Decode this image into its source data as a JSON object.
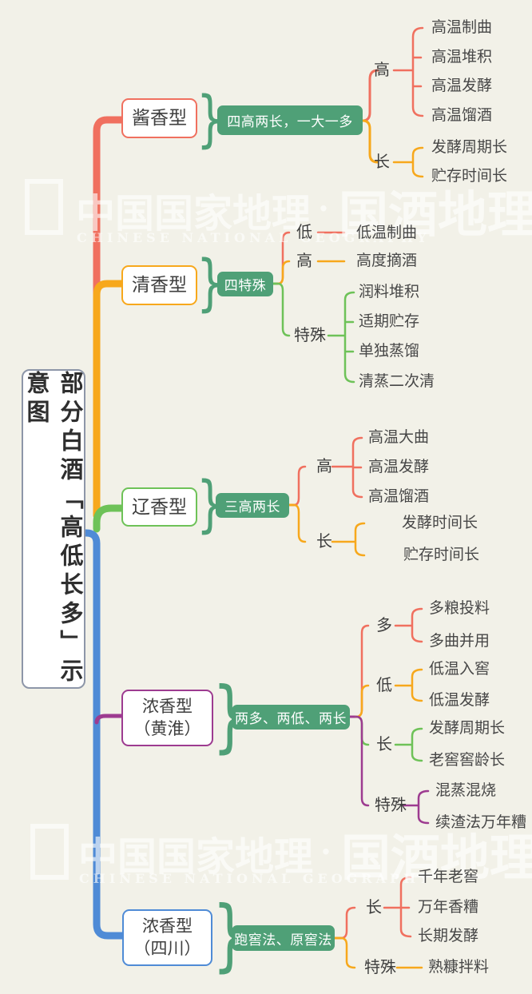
{
  "title": "部分白酒「高低长多」示意图",
  "glyphs": {
    "brace": "}",
    "dot": "·"
  },
  "colors": {
    "background": "#f2f1e8",
    "red": "#f0705f",
    "yellow": "#f7a81c",
    "green_line": "#6ec258",
    "green_fill": "#4fa077",
    "blue": "#4f8bd6",
    "purple": "#9d3b90",
    "root_border": "#8d96a8",
    "text": "#3e3e3e"
  },
  "watermark": {
    "cn": "中国国家地理",
    "dot": "·",
    "cn2": "国酒地理",
    "en": "CHINESE NATIONAL GEOGRAPHY"
  },
  "branches": [
    {
      "name_lines": [
        "酱香型"
      ],
      "summary": "四高两长，一大一多",
      "groups": [
        {
          "label": "高",
          "children": [
            "高温制曲",
            "高温堆积",
            "高温发酵",
            "高温馏酒"
          ]
        },
        {
          "label": "长",
          "children": [
            "发酵周期长",
            "贮存时间长"
          ]
        }
      ]
    },
    {
      "name_lines": [
        "清香型"
      ],
      "summary": "四特殊",
      "groups": [
        {
          "label": "低",
          "children": [
            "低温制曲"
          ]
        },
        {
          "label": "高",
          "children": [
            "高度摘酒"
          ]
        },
        {
          "label": "特殊",
          "children": [
            "润料堆积",
            "适期贮存",
            "单独蒸馏",
            "清蒸二次清"
          ]
        }
      ]
    },
    {
      "name_lines": [
        "辽香型"
      ],
      "summary": "三高两长",
      "groups": [
        {
          "label": "高",
          "children": [
            "高温大曲",
            "高温发酵",
            "高温馏酒"
          ]
        },
        {
          "label": "长",
          "children": [
            "发酵时间长",
            "贮存时间长"
          ]
        }
      ]
    },
    {
      "name_lines": [
        "浓香型",
        "（黄淮）"
      ],
      "summary": "两多、两低、两长",
      "groups": [
        {
          "label": "多",
          "children": [
            "多粮投料",
            "多曲并用"
          ]
        },
        {
          "label": "低",
          "children": [
            "低温入窖",
            "低温发酵"
          ]
        },
        {
          "label": "长",
          "children": [
            "发酵周期长",
            "老窖窖龄长"
          ]
        },
        {
          "label": "特殊",
          "children": [
            "混蒸混烧",
            "续渣法万年糟"
          ]
        }
      ]
    },
    {
      "name_lines": [
        "浓香型",
        "（四川）"
      ],
      "summary": "跑窖法、原窖法",
      "groups": [
        {
          "label": "长",
          "children": [
            "千年老窖",
            "万年香糟",
            "长期发酵"
          ]
        },
        {
          "label": "特殊",
          "children": [
            "熟糠拌料"
          ]
        }
      ]
    }
  ]
}
